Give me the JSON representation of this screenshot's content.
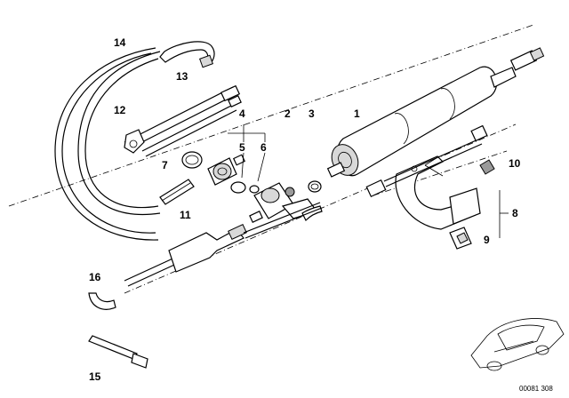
{
  "callouts": {
    "c1": "1",
    "c2": "2",
    "c3": "3",
    "c4": "4",
    "c5": "5",
    "c6": "6",
    "c7": "7",
    "c8": "8",
    "c9": "9",
    "c10": "10",
    "c11": "11",
    "c12": "12",
    "c13": "13",
    "c14": "14",
    "c15": "15",
    "c16": "16"
  },
  "image_code": "00081 308"
}
